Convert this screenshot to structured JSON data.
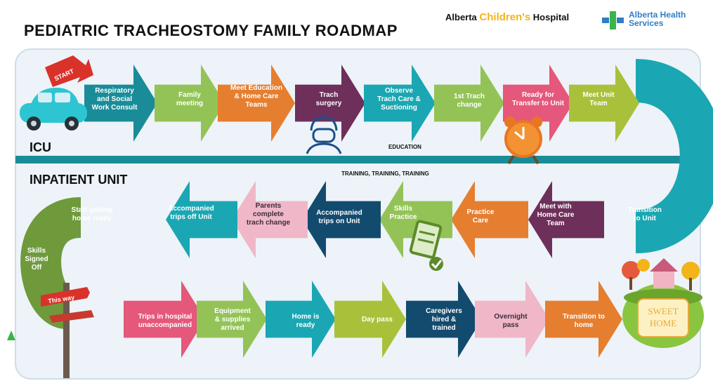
{
  "title": "PEDIATRIC TRACHEOSTOMY FAMILY ROADMAP",
  "logos": {
    "ach_prefix": "Alberta",
    "ach_children": "Children's",
    "ach_suffix": "Hospital",
    "ahs_line1": "Alberta Health",
    "ahs_line2": "Services"
  },
  "sections": {
    "icu": "ICU",
    "inpatient": "INPATIENT UNIT"
  },
  "labels": {
    "start": "START",
    "education": "EDUCATION",
    "training": "TRAINING, TRAINING, TRAINING",
    "this_way": "This way",
    "sweet_home": [
      "SWEET",
      "HOME"
    ]
  },
  "steps": [
    {
      "id": "resp",
      "lines": [
        "Respiratory",
        "and Social",
        "Work Consult"
      ],
      "color": "#1a8c99"
    },
    {
      "id": "family",
      "lines": [
        "Family",
        "meeting"
      ],
      "color": "#93c356"
    },
    {
      "id": "meet-edu",
      "lines": [
        "Meet Education",
        "& Home Care",
        "Teams"
      ],
      "color": "#e67e2f"
    },
    {
      "id": "trach-surgery",
      "lines": [
        "Trach",
        "surgery"
      ],
      "color": "#6e2f5b"
    },
    {
      "id": "observe",
      "lines": [
        "Observe",
        "Trach Care &",
        "Suctioning"
      ],
      "color": "#1aa7b3"
    },
    {
      "id": "first-change",
      "lines": [
        "1st Trach",
        "change"
      ],
      "color": "#93c356"
    },
    {
      "id": "ready-transfer",
      "lines": [
        "Ready for",
        "Transfer to Unit"
      ],
      "color": "#e5577b"
    },
    {
      "id": "meet-unit",
      "lines": [
        "Meet Unit",
        "Team"
      ],
      "color": "#a9c13a"
    },
    {
      "id": "transition-unit",
      "lines": [
        "Transition",
        "to Unit"
      ],
      "color": "#1aa7b3"
    },
    {
      "id": "meet-homecare",
      "lines": [
        "Meet with",
        "Home Care",
        "Team"
      ],
      "color": "#6e2f5b"
    },
    {
      "id": "practice-care",
      "lines": [
        "Practice",
        "Care"
      ],
      "color": "#e67e2f"
    },
    {
      "id": "skills-practice",
      "lines": [
        "Skills",
        "Practice"
      ],
      "color": "#93c356"
    },
    {
      "id": "accomp-on",
      "lines": [
        "Accompanied",
        "trips on Unit"
      ],
      "color": "#134b6e"
    },
    {
      "id": "parents-change",
      "lines": [
        "Parents",
        "complete",
        "trach change"
      ],
      "color": "#f0b7c8"
    },
    {
      "id": "accomp-off",
      "lines": [
        "Accompanied",
        "trips off Unit"
      ],
      "color": "#1aa7b3"
    },
    {
      "id": "start-home",
      "lines": [
        "Start getting",
        "home ready"
      ],
      "color": "#6e9a3c"
    },
    {
      "id": "skills-signed",
      "lines": [
        "Skills",
        "Signed",
        "Off"
      ],
      "color": "#6e9a3c"
    },
    {
      "id": "trips-hospital",
      "lines": [
        "Trips in hospital",
        "unaccompanied"
      ],
      "color": "#e5577b"
    },
    {
      "id": "equipment",
      "lines": [
        "Equipment",
        "& supplies",
        "arrived"
      ],
      "color": "#93c356"
    },
    {
      "id": "home-ready",
      "lines": [
        "Home is",
        "ready"
      ],
      "color": "#1aa7b3"
    },
    {
      "id": "day-pass",
      "lines": [
        "Day pass"
      ],
      "color": "#a9c13a"
    },
    {
      "id": "caregivers",
      "lines": [
        "Caregivers",
        "hired &",
        "trained"
      ],
      "color": "#134b6e"
    },
    {
      "id": "overnight",
      "lines": [
        "Overnight",
        "pass"
      ],
      "color": "#f0b7c8"
    },
    {
      "id": "transition-home",
      "lines": [
        "Transition to",
        "home"
      ],
      "color": "#e67e2f"
    }
  ]
}
